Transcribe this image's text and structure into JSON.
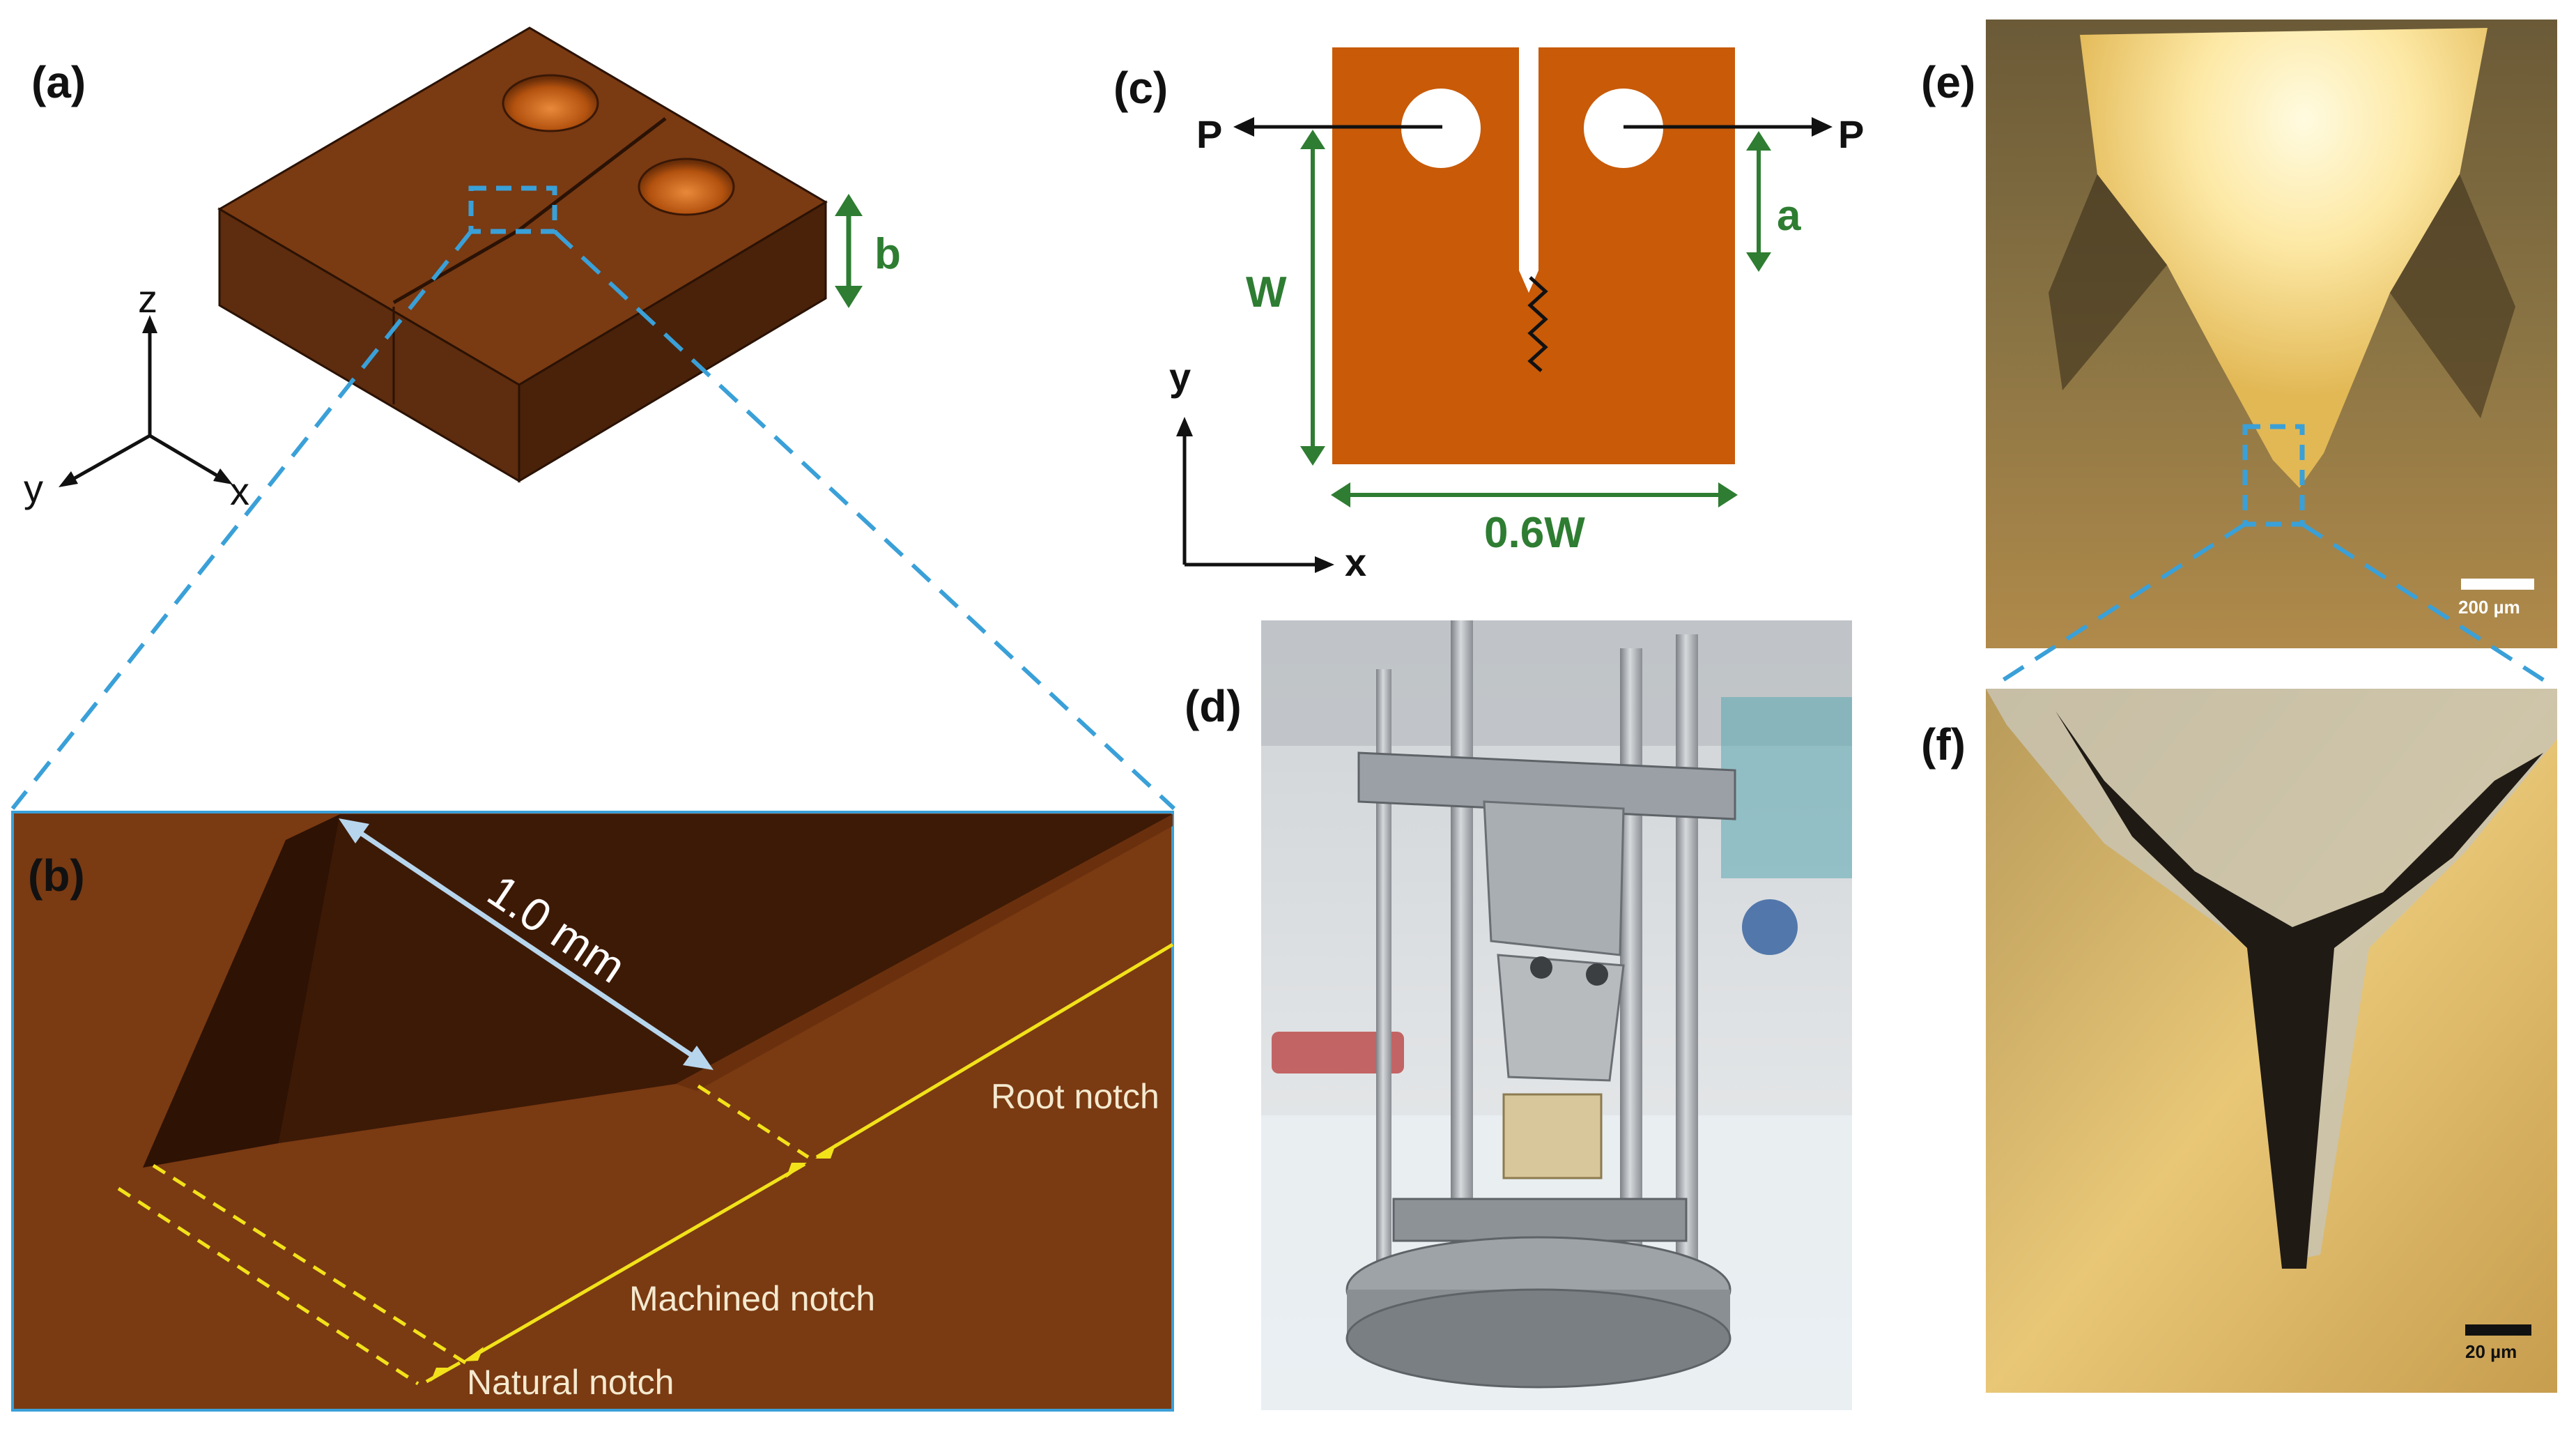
{
  "panels": {
    "a": {
      "label": "(a)",
      "axes": {
        "z": "z",
        "y": "y",
        "x": "x"
      },
      "thickness": "b"
    },
    "b": {
      "label": "(b)",
      "length": "1.0 mm",
      "root_notch": "Root notch",
      "machined_notch": "Machined notch",
      "natural_notch": "Natural notch"
    },
    "c": {
      "label": "(c)",
      "load_left": "P",
      "load_right": "P",
      "width_dim": "W",
      "crack_dim": "a",
      "span_dim": "0.6W",
      "axis_y": "y",
      "axis_x": "x"
    },
    "d": {
      "label": "(d)"
    },
    "e": {
      "label": "(e)",
      "scale_bar": "200 µm"
    },
    "f": {
      "label": "(f)",
      "scale_bar": "20 µm"
    }
  },
  "colors": {
    "specimen_top": "#7a3a12",
    "specimen_front": "#5e2c0e",
    "specimen_side": "#4a2209",
    "diagram_orange": "#c85a08",
    "dimension_green": "#2e7d32",
    "callout_blue": "#3aa0d8",
    "notch_yellow": "#f2e21a"
  }
}
